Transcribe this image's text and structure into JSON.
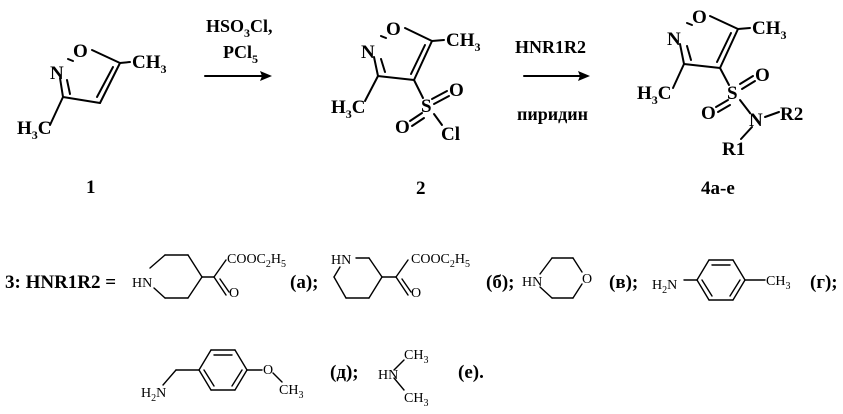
{
  "compounds": {
    "c1": {
      "code": "1"
    },
    "c2": {
      "code": "2"
    },
    "c4": {
      "code": "4a-e"
    }
  },
  "step1": {
    "reagent_line1_main": "HSO",
    "reagent_line1_sub": "3",
    "reagent_line1_end": "Cl,",
    "reagent_line2_main": "PCl",
    "reagent_line2_sub": "5"
  },
  "step2": {
    "reagent_top": "HNR1R2",
    "reagent_bottom": "пиридин"
  },
  "amines_row": {
    "prefix": "3: HNR1R2 =",
    "items": [
      "(а);",
      "(б);",
      "(в);",
      "(г);",
      "(д);",
      "(е)."
    ]
  },
  "atoms": {
    "O": "O",
    "N": "N",
    "S": "S",
    "Cl": "Cl",
    "CH": "CH",
    "H": "H",
    "C": "C",
    "three": "3",
    "R1": "R1",
    "R2": "R2",
    "HN": "HN",
    "H2N_main": "H",
    "H2N_sub": "2",
    "H2N_end": "N",
    "COOC2H5_main": "COOC",
    "COOC2H5_sub1": "2",
    "COOC2H5_mid": "H",
    "COOC2H5_sub2": "5"
  }
}
